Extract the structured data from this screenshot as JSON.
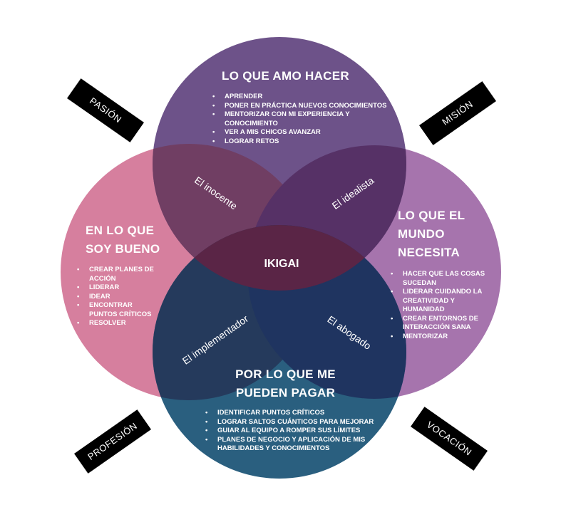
{
  "colors": {
    "top_circle": "#6d5289",
    "left_circle": "#d67f9e",
    "right_circle": "#a674ad",
    "bottom_circle": "#2a5f7f",
    "overlap_top_left": "#703e63",
    "overlap_top_right": "#563166",
    "overlap_bottom_left": "#253a5c",
    "overlap_bottom_right": "#1f3460",
    "center": "#5a2546",
    "tag_background": "#000000",
    "text": "#ffffff"
  },
  "circles": {
    "top": {
      "title": "LO QUE AMO HACER",
      "items": [
        "APRENDER",
        "PONER EN PRÁCTICA NUEVOS CONOCIMIENTOS",
        "MENTORIZAR CON MI EXPERIENCIA Y CONOCIMIENTO",
        "VER A MIS CHICOS AVANZAR",
        "LOGRAR RETOS"
      ]
    },
    "left": {
      "title_line1": "EN LO QUE",
      "title_line2": "SOY BUENO",
      "items": [
        "CREAR PLANES DE ACCIÓN",
        "LIDERAR",
        "IDEAR",
        "ENCONTRAR PUNTOS CRÍTICOS",
        "RESOLVER"
      ]
    },
    "right": {
      "title_line1": "LO QUE EL",
      "title_line2": "MUNDO",
      "title_line3": "NECESITA",
      "items": [
        "HACER QUE LAS COSAS SUCEDAN",
        "LIDERAR CUIDANDO LA CREATIVIDAD Y HUMANIDAD",
        "CREAR ENTORNOS DE INTERACCIÓN SANA",
        "MENTORIZAR"
      ]
    },
    "bottom": {
      "title_line1": "POR LO QUE ME",
      "title_line2": "PUEDEN PAGAR",
      "items": [
        "IDENTIFICAR PUNTOS CRÍTICOS",
        "LOGRAR SALTOS CUÁNTICOS PARA MEJORAR",
        "GUIAR AL EQUIPO A ROMPER SUS LÍMITES",
        "PLANES DE NEGOCIO Y APLICACIÓN DE MIS HABILIDADES Y CONOCIMIENTOS"
      ]
    }
  },
  "overlaps": {
    "top_left": "El inocente",
    "top_right": "El idealista",
    "bottom_left": "El implementador",
    "bottom_right": "El abogado"
  },
  "center": "IKIGAI",
  "tags": {
    "pasion": "PASIÓN",
    "mision": "MISIÓN",
    "profesion": "PROFESIÓN",
    "vocacion": "VOCACIÓN"
  }
}
